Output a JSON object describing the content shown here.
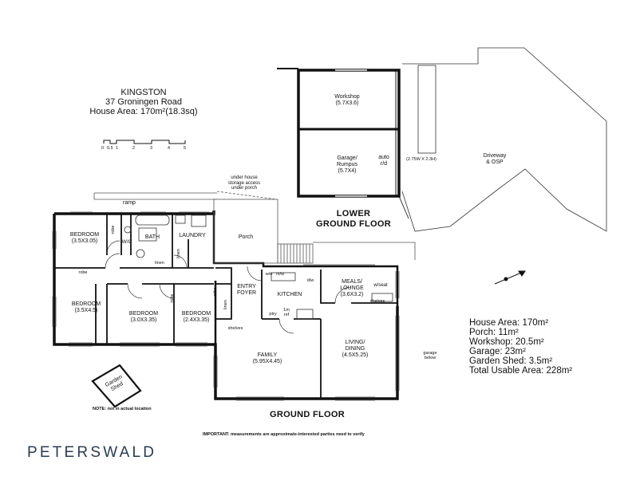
{
  "header": {
    "suburb": "KINGSTON",
    "address": "37 Groningen Road",
    "house_area": "House Area: 170m²(18.3sq)"
  },
  "scale_bar": {
    "ticks": [
      "0",
      "0.5",
      "1",
      "2",
      "3",
      "4",
      "5"
    ]
  },
  "rooms": {
    "workshop": {
      "name": "Workshop",
      "size": "(5.7X3.6)"
    },
    "garage_rumpus": {
      "name": "Garage/\nRumpus",
      "size": "(5.7X4)"
    },
    "auto_door": "auto\nr/d",
    "garage_door_size": "(2.75W X 2.3H)",
    "driveway": "Driveway\n& OSP",
    "under_house": "under house\nstorage access\nunder porch",
    "ramp": "ramp",
    "bedroom1": {
      "name": "BEDROOM",
      "size": "(3.5X3.05)"
    },
    "robe1": "robe",
    "wc": "W/C",
    "bath": "BATH",
    "laundry": "LAUNDRY",
    "porch": "Porch",
    "linen1": "linen",
    "linen2": "linen",
    "robe2": "robe",
    "bedroom2": {
      "name": "BEDROOM",
      "size": "(3.5X4.5)"
    },
    "bedroom3": {
      "name": "BEDROOM",
      "size": "(3.0X3.35)"
    },
    "robe3": "robe",
    "bedroom4": {
      "name": "BEDROOM",
      "size": "(2.4X3.35)"
    },
    "linen3": "linen",
    "robe4": "robe",
    "entry": "ENTRY\nFOYER",
    "wo": "w/o",
    "mw": "m/w",
    "dw": "d/w",
    "kitchen": "KITCHEN",
    "ptry": "ptry",
    "fridge": "1m\nref",
    "meals": {
      "name": "MEALS/\nLOUNGE",
      "size": "(3.6X3.2)"
    },
    "wseat": "w/seat",
    "shelves1": "shelves",
    "shelves2": "shelves",
    "family": {
      "name": "FAMILY",
      "size": "(5.95X4.45)"
    },
    "living": {
      "name": "LIVING/\nDINING",
      "size": "(4.5X5.25)"
    },
    "garage_below": "garage\nbelow",
    "garden_shed": "Garden\nShed"
  },
  "floors": {
    "lower": "LOWER\nGROUND FLOOR",
    "ground": "GROUND FLOOR"
  },
  "shed_note": "NOTE: not in actual location",
  "important_note": "IMPORTANT: measurements are approximate-interested parties need to verify",
  "stats": [
    "House Area: 170m²",
    "Porch: 11m²",
    "Workshop: 20.5m²",
    "Garage: 23m²",
    "Garden Shed: 3.5m²",
    "Total Usable Area: 228m²"
  ],
  "brand": "PETERSWALD",
  "colors": {
    "wall": "#111111",
    "window": "#777777",
    "brand": "#2a3b52"
  }
}
